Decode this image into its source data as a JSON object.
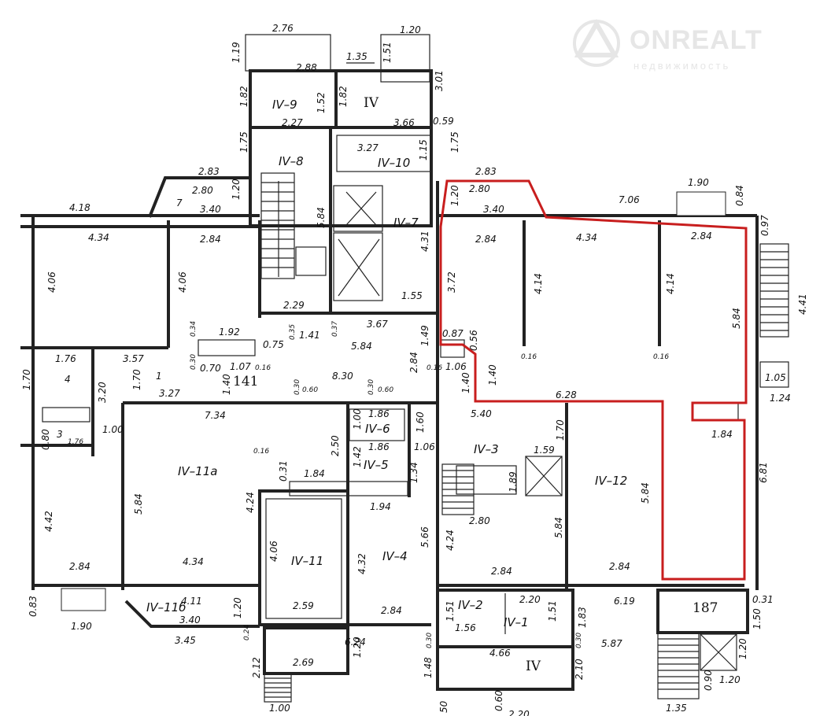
{
  "watermark": {
    "brand": "ONREALT",
    "tagline": "недвижимость"
  },
  "highlight_color": "#c81e1e",
  "rooms": {
    "iv": "IV",
    "iv_bottom": "IV",
    "iv_9": "IV–9",
    "iv_8": "IV–8",
    "iv_10": "IV–10",
    "iv_7": "IV–7",
    "iv_11a": "IV–11а",
    "iv_11": "IV–11",
    "iv_11b": "IV–11б",
    "iv_6": "IV–6",
    "iv_5": "IV–5",
    "iv_3": "IV–3",
    "iv_4": "IV–4",
    "iv_12": "IV–12",
    "iv_2": "IV–2",
    "iv_1": "IV–1",
    "r141": "141",
    "r187": "187",
    "r1": "1",
    "r3": "3",
    "r4": "4",
    "r7": "7"
  },
  "dims": {
    "d_276": "2.76",
    "d_120a": "1.20",
    "d_119": "1.19",
    "d_135": "1.35",
    "d_151a": "1.51",
    "d_288": "2.88",
    "d_301": "3.01",
    "d_182a": "1.82",
    "d_152": "1.52",
    "d_182b": "1.82",
    "d_227": "2.27",
    "d_366": "3.66",
    "d_059": "0.59",
    "d_175a": "1.75",
    "d_327a": "3.27",
    "d_115": "1.15",
    "d_175b": "1.75",
    "d_283a": "2.83",
    "d_280a": "2.80",
    "d_120b": "1.20",
    "d_283b": "2.83",
    "d_280b": "2.80",
    "d_190a": "1.90",
    "d_084": "0.84",
    "d_418": "4.18",
    "d_340a": "3.40",
    "d_584a": "5.84",
    "d_120c": "1.20",
    "d_340b": "3.40",
    "d_706": "7.06",
    "d_097": "0.97",
    "d_434a": "4.34",
    "d_284a": "2.84",
    "d_431": "4.31",
    "d_284b": "2.84",
    "d_434b": "4.34",
    "d_284c": "2.84",
    "d_406a": "4.06",
    "d_406b": "4.06",
    "d_372": "3.72",
    "d_414a": "4.14",
    "d_414b": "4.14",
    "d_584b": "5.84",
    "d_441": "4.41",
    "d_229": "2.29",
    "d_155": "1.55",
    "d_367": "3.67",
    "d_192": "1.92",
    "d_034": "0.34",
    "d_037": "0.37",
    "d_141a": "1.41",
    "d_035": "0.35",
    "d_075": "0.75",
    "d_149": "1.49",
    "d_087": "0.87",
    "d_056": "0.56",
    "d_016a": "0.16",
    "d_016b": "0.16",
    "d_584c": "5.84",
    "d_176a": "1.76",
    "d_357": "3.57",
    "d_030": "0.30",
    "d_070": "0.70",
    "d_107": "1.07",
    "d_016c": "0.16",
    "d_016d": "0.16",
    "d_106a": "1.06",
    "d_284d": "2.84",
    "d_105": "1.05",
    "d_170a": "1.70",
    "d_170b": "1.70",
    "d_830": "8.30",
    "d_140a": "1.40",
    "d_140b": "1.40",
    "d_140c": "1.40",
    "d_320": "3.20",
    "d_327b": "3.27",
    "d_628": "6.28",
    "d_124": "1.24",
    "d_030b": "0.30",
    "d_060a": "0.60",
    "d_030c": "0.30",
    "d_060b": "0.60",
    "d_734": "7.34",
    "d_100a": "1.00",
    "d_186a": "1.86",
    "d_160": "1.60",
    "d_540": "5.40",
    "d_080": "0.80",
    "d_176b": "1.76",
    "d_100b": "1.00",
    "d_186b": "1.86",
    "d_250": "2.50",
    "d_106b": "1.06",
    "d_170c": "1.70",
    "d_159": "1.59",
    "d_184a": "1.84",
    "d_016e": "0.16",
    "d_142": "1.42",
    "d_134": "1.34",
    "d_031a": "0.31",
    "d_184b": "1.84",
    "d_189": "1.89",
    "d_584d": "5.84",
    "d_681": "6.81",
    "d_584e": "5.84",
    "d_424a": "4.24",
    "d_194": "1.94",
    "d_442": "4.42",
    "d_280c": "2.80",
    "d_566": "5.66",
    "d_424b": "4.24",
    "d_584f": "5.84",
    "d_406c": "4.06",
    "d_432": "4.32",
    "d_284e": "2.84",
    "d_434c": "4.34",
    "d_284f": "2.84",
    "d_284g": "2.84",
    "d_220": "2.20",
    "d_619": "6.19",
    "d_031b": "0.31",
    "d_083": "0.83",
    "d_411": "4.11",
    "d_120d": "1.20",
    "d_259": "2.59",
    "d_284h": "2.84",
    "d_151b": "1.51",
    "d_151c": "1.51",
    "d_183": "1.83",
    "d_190b": "1.90",
    "d_340c": "3.40",
    "d_150": "1.50",
    "d_345": "3.45",
    "d_024": "0.24",
    "d_624": "6.24",
    "d_156": "1.56",
    "d_466": "4.66",
    "d_030d": "0.30",
    "d_587": "5.87",
    "d_120e": "1.20",
    "d_212": "2.12",
    "d_269": "2.69",
    "d_120f": "1.20",
    "d_030e": "0.30",
    "d_148": "1.48",
    "d_210": "2.10",
    "d_090": "0.90",
    "d_120g": "1.20",
    "d_100c": "1.00",
    "d_050": "50",
    "d_060c": "0.60",
    "d_135b": "1.35",
    "d_220b": "2.20"
  }
}
